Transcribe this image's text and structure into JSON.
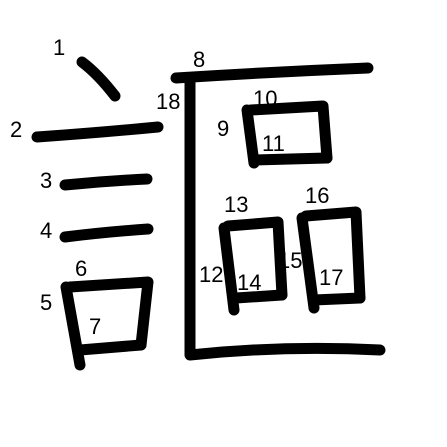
{
  "stroke_numbers": [
    "1",
    "2",
    "3",
    "4",
    "5",
    "6",
    "7",
    "8",
    "9",
    "10",
    "11",
    "12",
    "13",
    "14",
    "15",
    "16",
    "17",
    "18"
  ]
}
